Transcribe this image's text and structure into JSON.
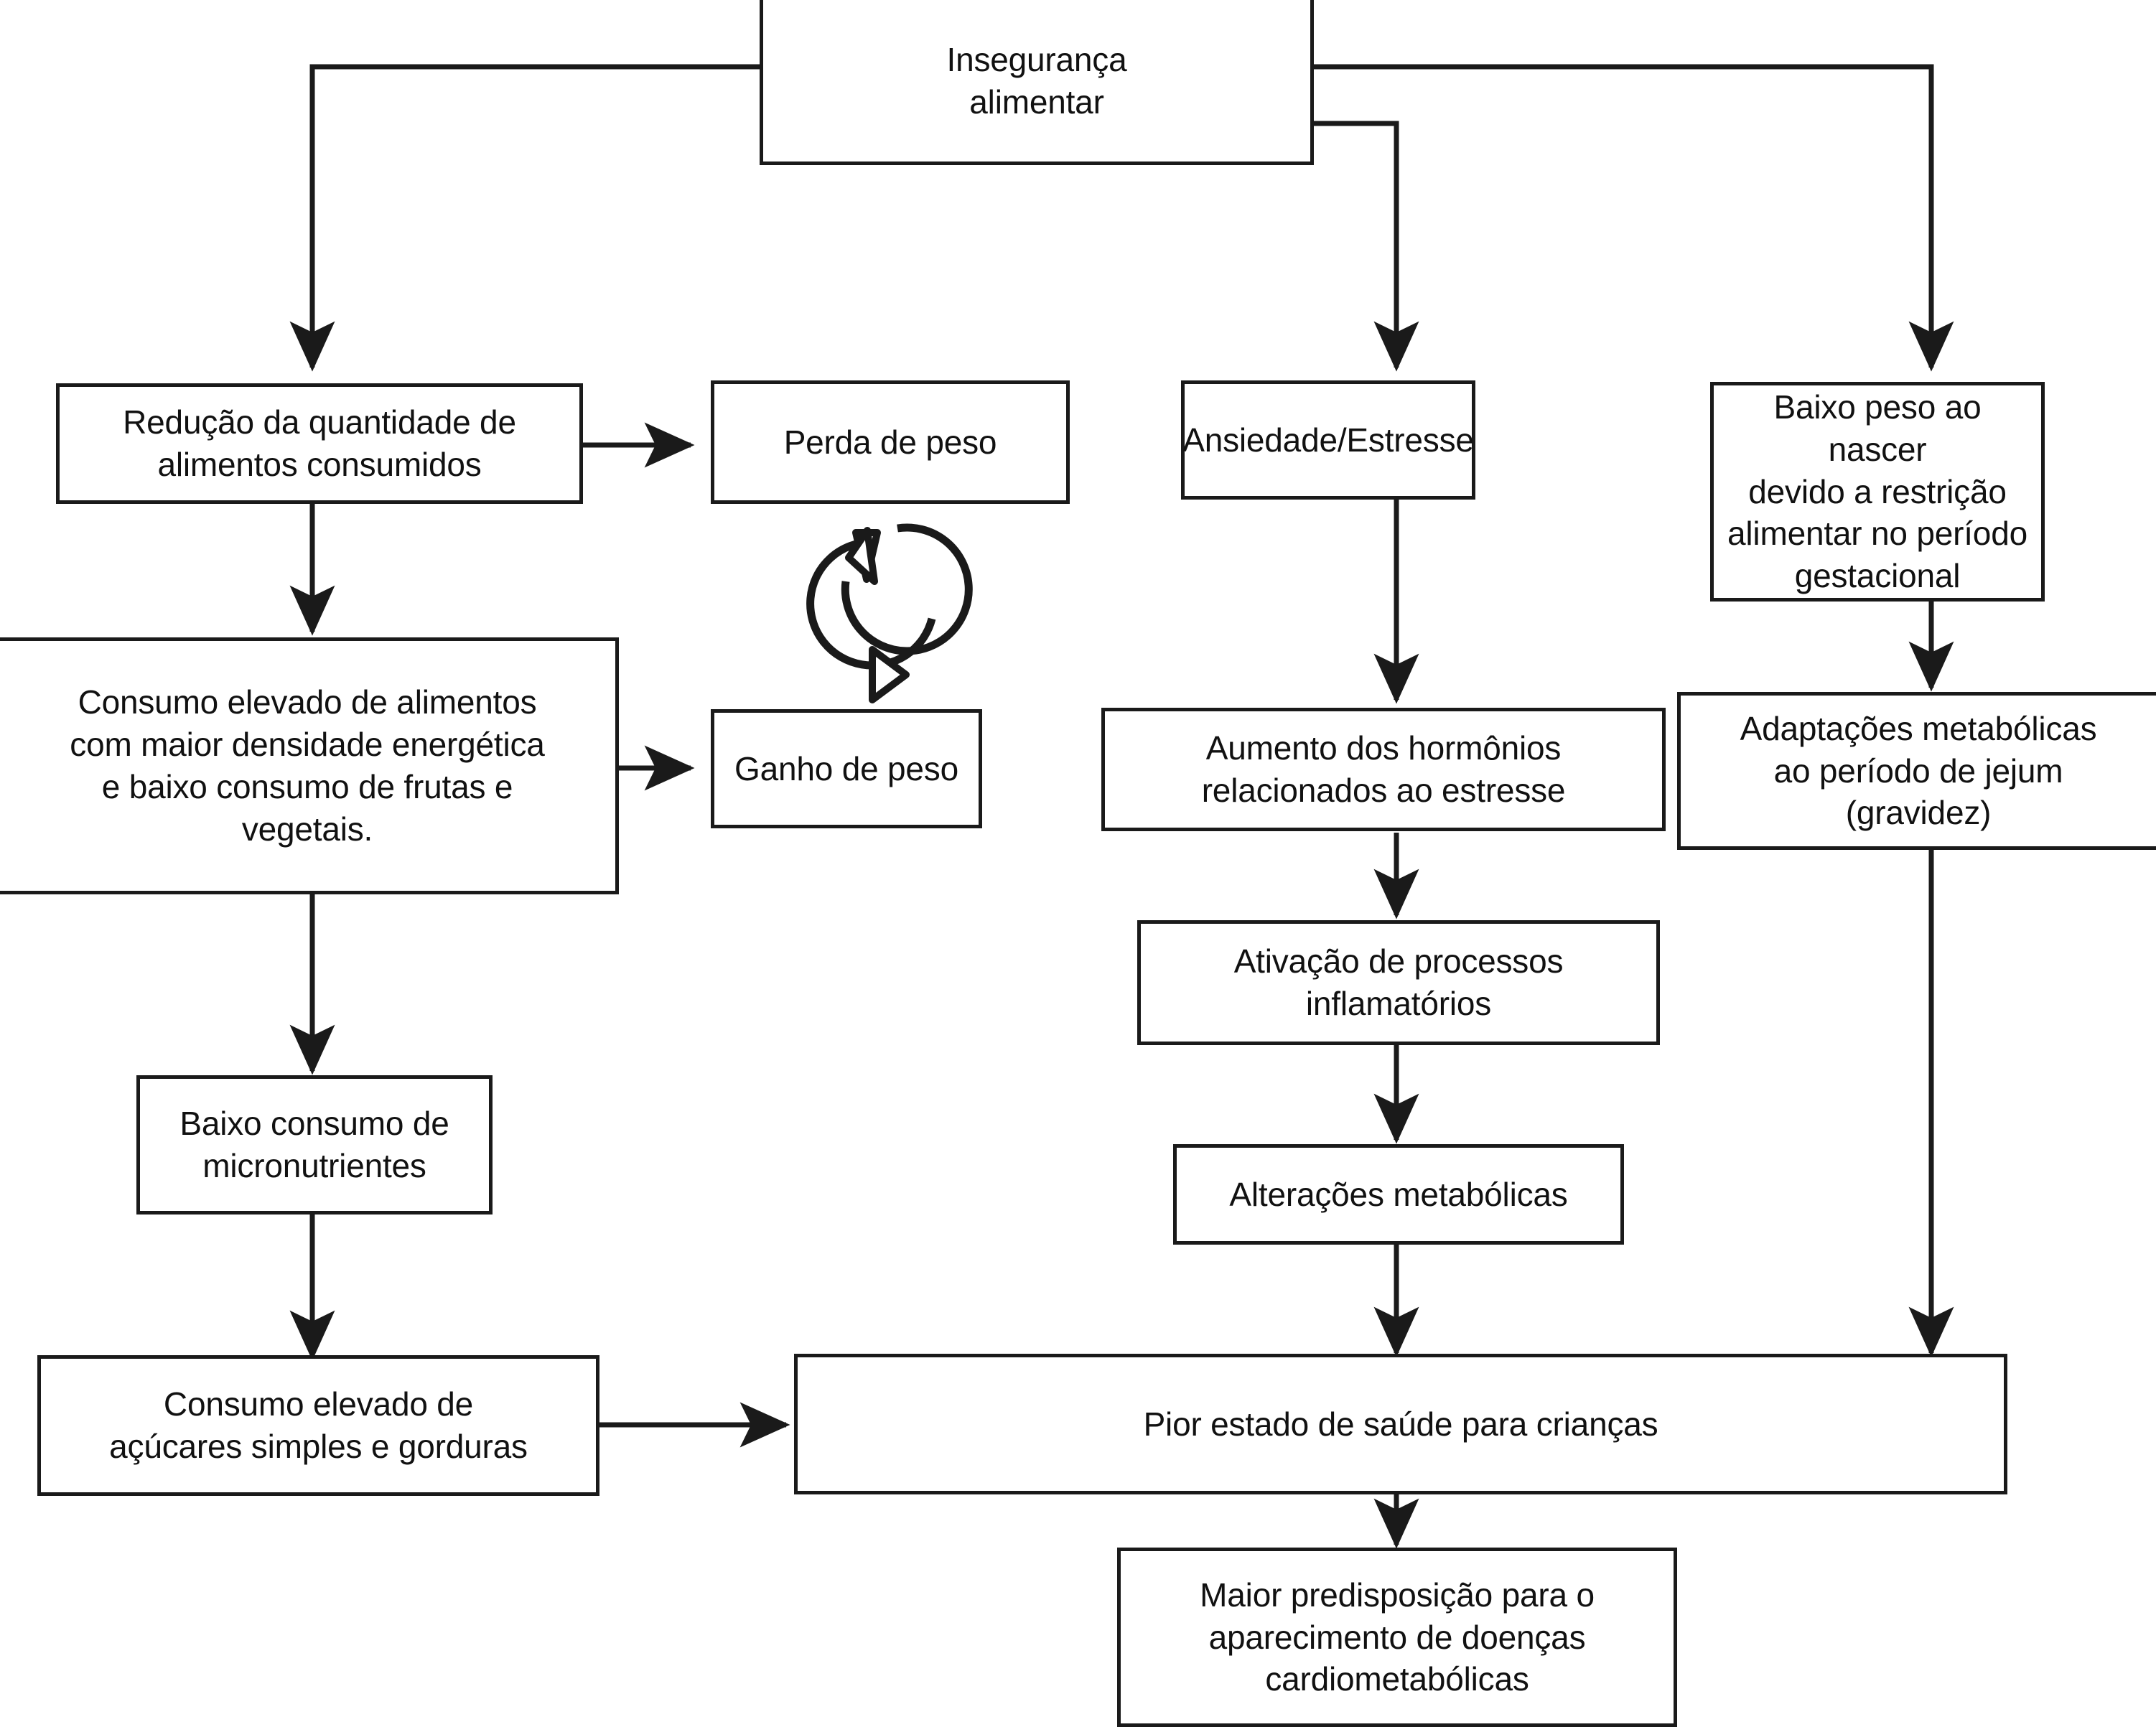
{
  "diagram": {
    "title": "Insegurança alimentar",
    "language": "pt-BR",
    "nodes": {
      "root": {
        "label": "Insegurança\nalimentar"
      },
      "reducao_quantidade": {
        "label": "Redução da quantidade de\nalimentos consumidos"
      },
      "perda_peso": {
        "label": "Perda de peso"
      },
      "ansiedade_estresse": {
        "label": "Ansiedade/Estresse"
      },
      "baixo_peso_nascer": {
        "label": "Baixo peso ao nascer\ndevido a restrição\nalimentar no período\ngestacional"
      },
      "consumo_densidade": {
        "label": "Consumo elevado de alimentos\ncom maior densidade energética\ne baixo consumo de frutas e\nvegetais."
      },
      "ganho_peso": {
        "label": "Ganho de peso"
      },
      "aumento_hormonios": {
        "label": "Aumento dos hormônios\nrelacionados ao estresse"
      },
      "adaptacoes_metabolicas": {
        "label": "Adaptações metabólicas\nao período de jejum\n(gravidez)"
      },
      "ativacao_inflamatorios": {
        "label": "Ativação de processos\ninflamatórios"
      },
      "baixo_micronutrientes": {
        "label": "Baixo consumo de\nmicronutrientes"
      },
      "alteracoes_metabolicas": {
        "label": "Alterações metabólicas"
      },
      "consumo_acucares": {
        "label": "Consumo elevado de\naçúcares simples e gorduras"
      },
      "pior_estado_saude": {
        "label": "Pior estado de saúde para crianças"
      },
      "maior_predisposicao": {
        "label": "Maior predisposição para o\naparecimento de doenças\ncardiometabólicas"
      }
    },
    "icons": {
      "cycle": "cycle-arrows-icon"
    },
    "colors": {
      "stroke": "#1a1a1a",
      "fill": "#ffffff",
      "text": "#111111"
    }
  }
}
